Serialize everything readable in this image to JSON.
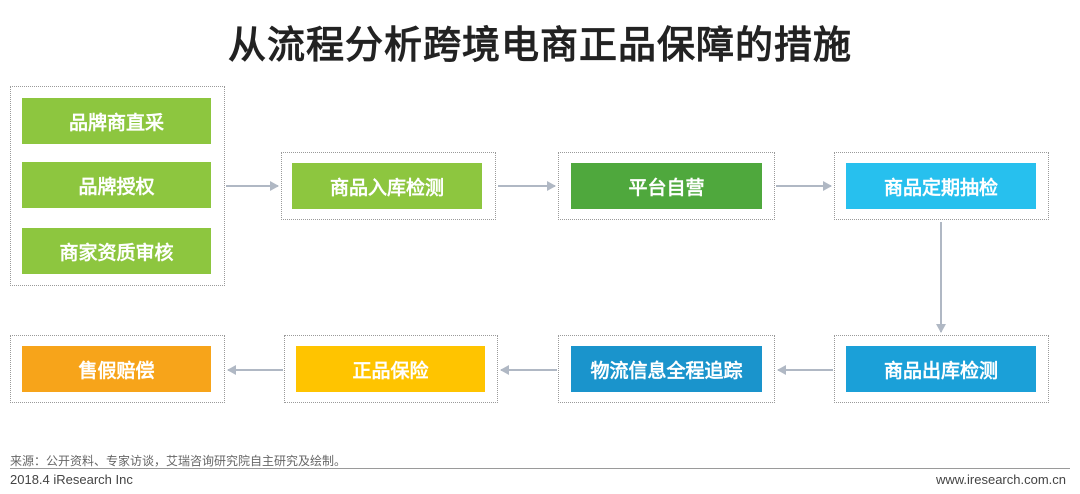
{
  "title": "从流程分析跨境电商正品保障的措施",
  "start_group": [
    "品牌商直采",
    "品牌授权",
    "商家资质审核"
  ],
  "flow_top": [
    "商品入库检测",
    "平台自营",
    "商品定期抽检"
  ],
  "flow_bottom": [
    "商品出库检测",
    "物流信息全程追踪",
    "正品保险",
    "售假赔偿"
  ],
  "footer": {
    "source": "来源：公开资料、专家访谈，艾瑞咨询研究院自主研究及绘制。",
    "copyright": "2018.4 iResearch Inc",
    "website": "www.iresearch.com.cn"
  },
  "colors": {
    "green_light": "#8dc63f",
    "green_dark": "#4fa83d",
    "cyan": "#27c0ee",
    "blue": "#1ba0d8",
    "yellow": "#ffc400",
    "orange": "#f7a41a",
    "arrow": "#b0b8c4"
  }
}
